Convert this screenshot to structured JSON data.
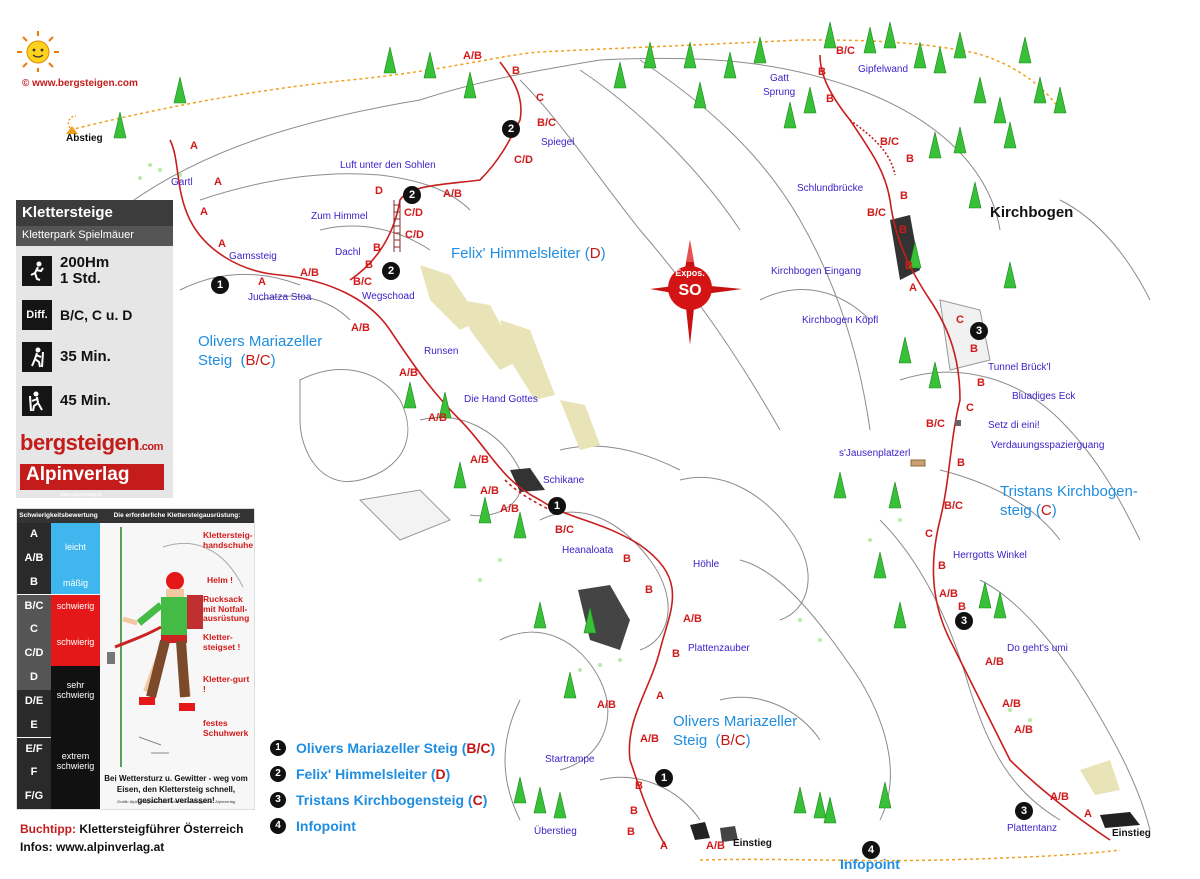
{
  "copyright": "© www.bergsteigen.com",
  "info": {
    "title": "Klettersteige",
    "subtitle": "Kletterpark Spielmäuer",
    "ascent": "200Hm",
    "duration": "1 Std.",
    "diff_label": "Diff.",
    "difficulty": "B/C, C u. D",
    "approach": "35 Min.",
    "descent": "45 Min.",
    "logo_bergsteigen": "bergsteigen",
    "logo_com": ".com",
    "logo_alpinverlag": "Alpinverlag",
    "logo_alpinverlag_url": "www.alpinverlag.at"
  },
  "legend": {
    "header_left": "Schwierigkeitsbewertung",
    "header_right": "Die erforderliche Klettersteigausrüstung:",
    "grades": [
      "A",
      "A/B",
      "B",
      "B/C",
      "C",
      "C/D",
      "D",
      "D/E",
      "E",
      "E/F",
      "F",
      "F/G"
    ],
    "levels": [
      {
        "label": "leicht",
        "color": "#3fb7ee"
      },
      {
        "label": "mäßig",
        "color": "#3fb7ee"
      },
      {
        "label": "schwierig",
        "color": "#e41818"
      },
      {
        "label": "schwierig",
        "color": "#e41818"
      },
      {
        "label": "sehr schwierig",
        "color": "#111111"
      },
      {
        "label": "extrem schwierig",
        "color": "#111111"
      }
    ],
    "equipment": {
      "gloves": "Klettersteig-handschuhe",
      "helmet": "Helm !",
      "backpack": "Rucksack mit Notfall-ausrüstung",
      "set": "Kletter-steigset !",
      "harness": "Kletter-gurt !",
      "shoes": "festes Schuhwerk"
    },
    "warning": "Bei Wettersturz u. Gewitter - weg vom Eisen, den Klettersteig schnell, gesichert verlassen!",
    "credit": "Grafik: Alpinverlag Lehrbuch Sicher Klettersteiggehen - Alpinverlag"
  },
  "routes": [
    {
      "num": "1",
      "name": "Olivers Mariazeller Steig",
      "grade": "B/C"
    },
    {
      "num": "2",
      "name": "Felix' Himmelsleiter",
      "grade": "D"
    },
    {
      "num": "3",
      "name": "Tristans Kirchbogensteig",
      "grade": "C"
    },
    {
      "num": "4",
      "name": "Infopoint",
      "grade": ""
    }
  ],
  "footer": {
    "book_label": "Buchtipp:",
    "book_title": "Klettersteigführer Österreich",
    "infos": "Infos: www.alpinverlag.at"
  },
  "map": {
    "compass_top": "Expos.",
    "compass_main": "SO",
    "kirchbogen": "Kirchbogen",
    "titles": {
      "felix": "Felix' Himmelsleiter",
      "felix_grade": "D",
      "olivers_top_1": "Olivers Mariazeller",
      "olivers_top_2": "Steig",
      "olivers_grade": "B/C",
      "olivers_bot_1": "Olivers Mariazeller",
      "olivers_bot_2": "Steig",
      "tristans_1": "Tristans Kirchbogen-",
      "tristans_2": "steig",
      "tristans_grade": "C"
    },
    "places": {
      "abstieg": "Abstieg",
      "gartl": "Gartl",
      "gamssteig": "Gamssteig",
      "juchatza": "Juchatza Stoa",
      "zum_himmel": "Zum Himmel",
      "dachl": "Dachl",
      "wegschoad": "Wegschoad",
      "luft": "Luft unter den Sohlen",
      "spiegel": "Spiegel",
      "runsen": "Runsen",
      "hand_gottes": "Die Hand Gottes",
      "schikane": "Schikane",
      "heanaloata": "Heanaloata",
      "hoehle": "Höhle",
      "plattenzauber": "Plattenzauber",
      "startrampe": "Startrampe",
      "ueberstieg": "Überstieg",
      "einstieg_1": "Einstieg",
      "einstieg_2": "Einstieg",
      "infopoint": "Infopoint",
      "gatt_sprung_1": "Gatt",
      "gatt_sprung_2": "Sprung",
      "gipfelwand": "Gipfelwand",
      "schlundbruecke": "Schlundbrücke",
      "kirchbogen_eingang": "Kirchbogen Eingang",
      "kirchbogen_koepfl": "Kirchbogen Köpfl",
      "tunnel": "Tunnel Brück'l",
      "bluadiges": "Bluadiges Eck",
      "setz": "Setz di eini!",
      "verdauung": "Verdauungsspazierguang",
      "jausen": "s'Jausenplatzerl",
      "herrgotts": "Herrgotts Winkel",
      "do_gehts": "Do geht's umi",
      "plattentanz": "Plattentanz"
    }
  },
  "colors": {
    "route_red": "#c81e1e",
    "label_blue": "#3a1fc8",
    "title_blue": "#1f8de0",
    "path_orange": "#f0a020",
    "tree_green": "#38c038"
  }
}
